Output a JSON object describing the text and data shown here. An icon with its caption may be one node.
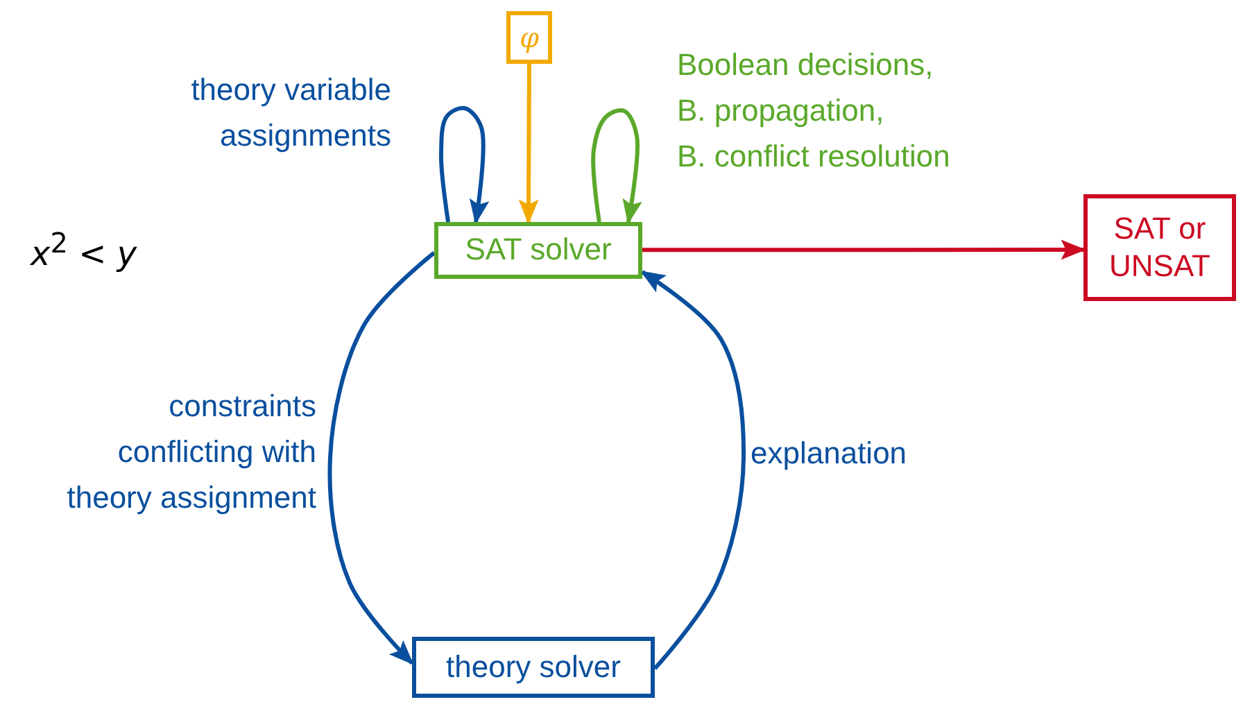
{
  "diagram": {
    "nodes": [
      {
        "text": [
          "φ"
        ]
      },
      {
        "text": [
          "SAT solver"
        ]
      },
      {
        "text": [
          "SAT or UNSAT"
        ]
      },
      {
        "text": [
          "theory solver"
        ]
      }
    ],
    "edges": [
      {
        "from": 0,
        "to": 1,
        "arrow": "to",
        "color": "#f2a900"
      },
      {
        "from": 1,
        "to": 1,
        "arrow": "to",
        "label": "theory variable assignments"
      },
      {
        "from": 1,
        "to": 1,
        "arrow": "to",
        "label": "Boolean decisions, B. propagation, B. conflict resolution",
        "color": "#5aa82a"
      },
      {
        "from": 1,
        "to": 2,
        "arrow": "to",
        "color": "#cc0a22"
      },
      {
        "from": 1,
        "to": 3,
        "arrow": "to",
        "label": "constraints conflicting with theory assignment"
      },
      {
        "from": 3,
        "to": 1,
        "arrow": "to",
        "label": "explanation"
      }
    ],
    "labels": [
      "*x*$^{2}$ < *y*"
    ]
  }
}
